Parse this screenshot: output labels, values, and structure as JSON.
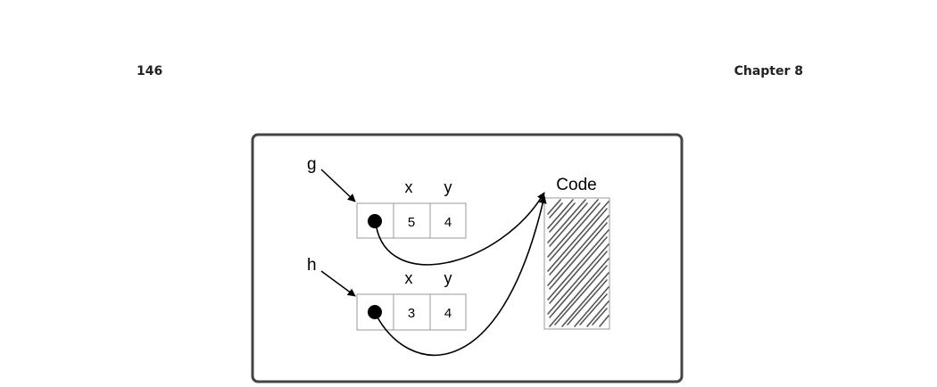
{
  "header": {
    "page_number": "146",
    "chapter": "Chapter 8"
  },
  "figure": {
    "closures": [
      {
        "name": "g",
        "fields": [
          {
            "label": "x",
            "value": "5"
          },
          {
            "label": "y",
            "value": "4"
          }
        ]
      },
      {
        "name": "h",
        "fields": [
          {
            "label": "x",
            "value": "3"
          },
          {
            "label": "y",
            "value": "4"
          }
        ]
      }
    ],
    "code_label": "Code"
  }
}
